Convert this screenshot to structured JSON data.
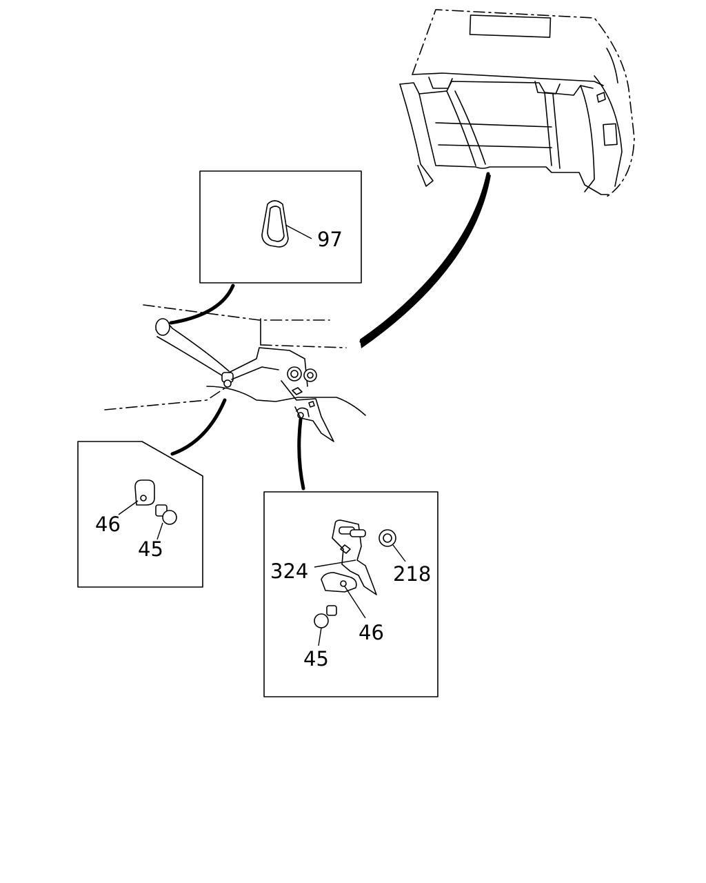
{
  "callouts": {
    "p97": "97",
    "p46_left": "46",
    "p45_left": "45",
    "p324": "324",
    "p218": "218",
    "p46_right": "46",
    "p45_right": "45"
  }
}
